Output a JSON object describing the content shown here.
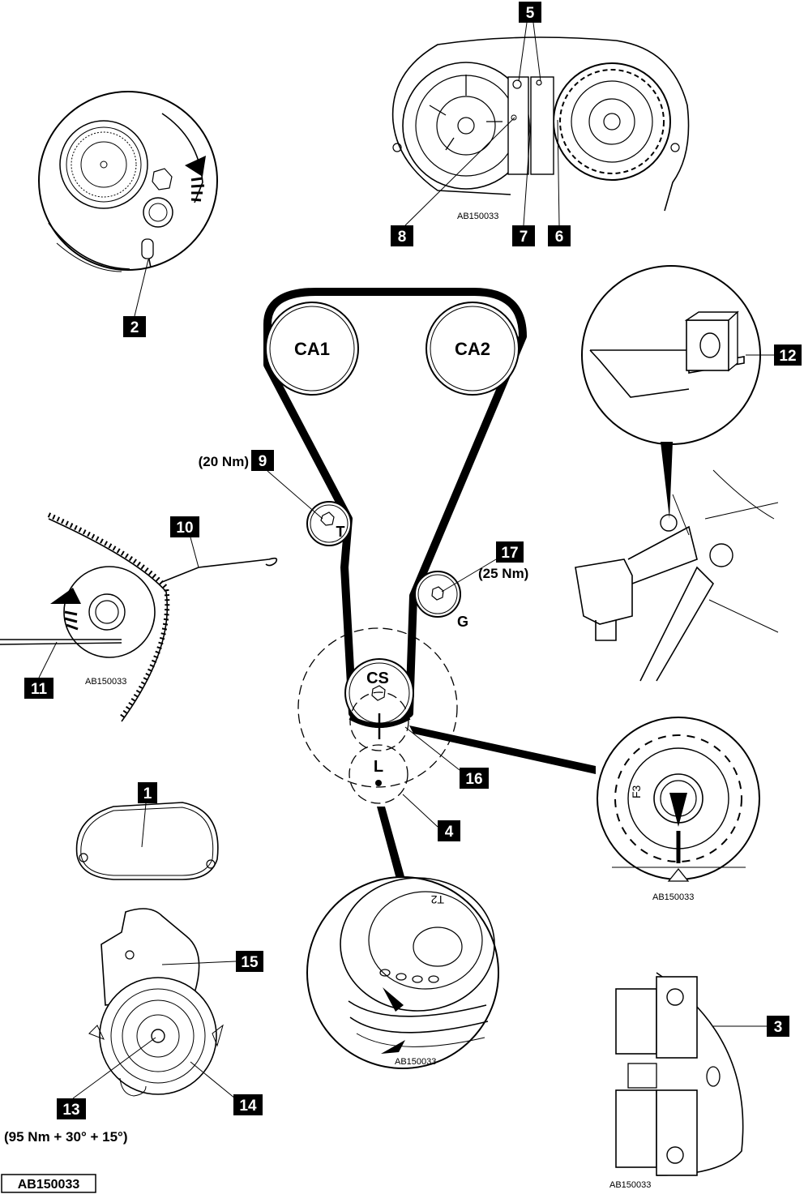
{
  "pulleys": {
    "ca1": "CA1",
    "ca2": "CA2",
    "cs": "CS",
    "t": "T",
    "g": "G",
    "l": "L"
  },
  "callouts": {
    "c1": "1",
    "c2": "2",
    "c3": "3",
    "c4": "4",
    "c5": "5",
    "c6": "6",
    "c7": "7",
    "c8": "8",
    "c9": "9",
    "c10": "10",
    "c11": "11",
    "c12": "12",
    "c13": "13",
    "c14": "14",
    "c15": "15",
    "c16": "16",
    "c17": "17"
  },
  "torques": {
    "t9": "(20 Nm)",
    "t17": "(25 Nm)",
    "t13": "(95 Nm + 30° + 15°)"
  },
  "refs": {
    "top": "AB150033",
    "tensioner": "AB150033",
    "sprocket": "AB150033",
    "damper": "AB150033",
    "tool": "AB150033",
    "main": "AB150033"
  },
  "marks": {
    "f3": "F3",
    "t2": "T2"
  }
}
